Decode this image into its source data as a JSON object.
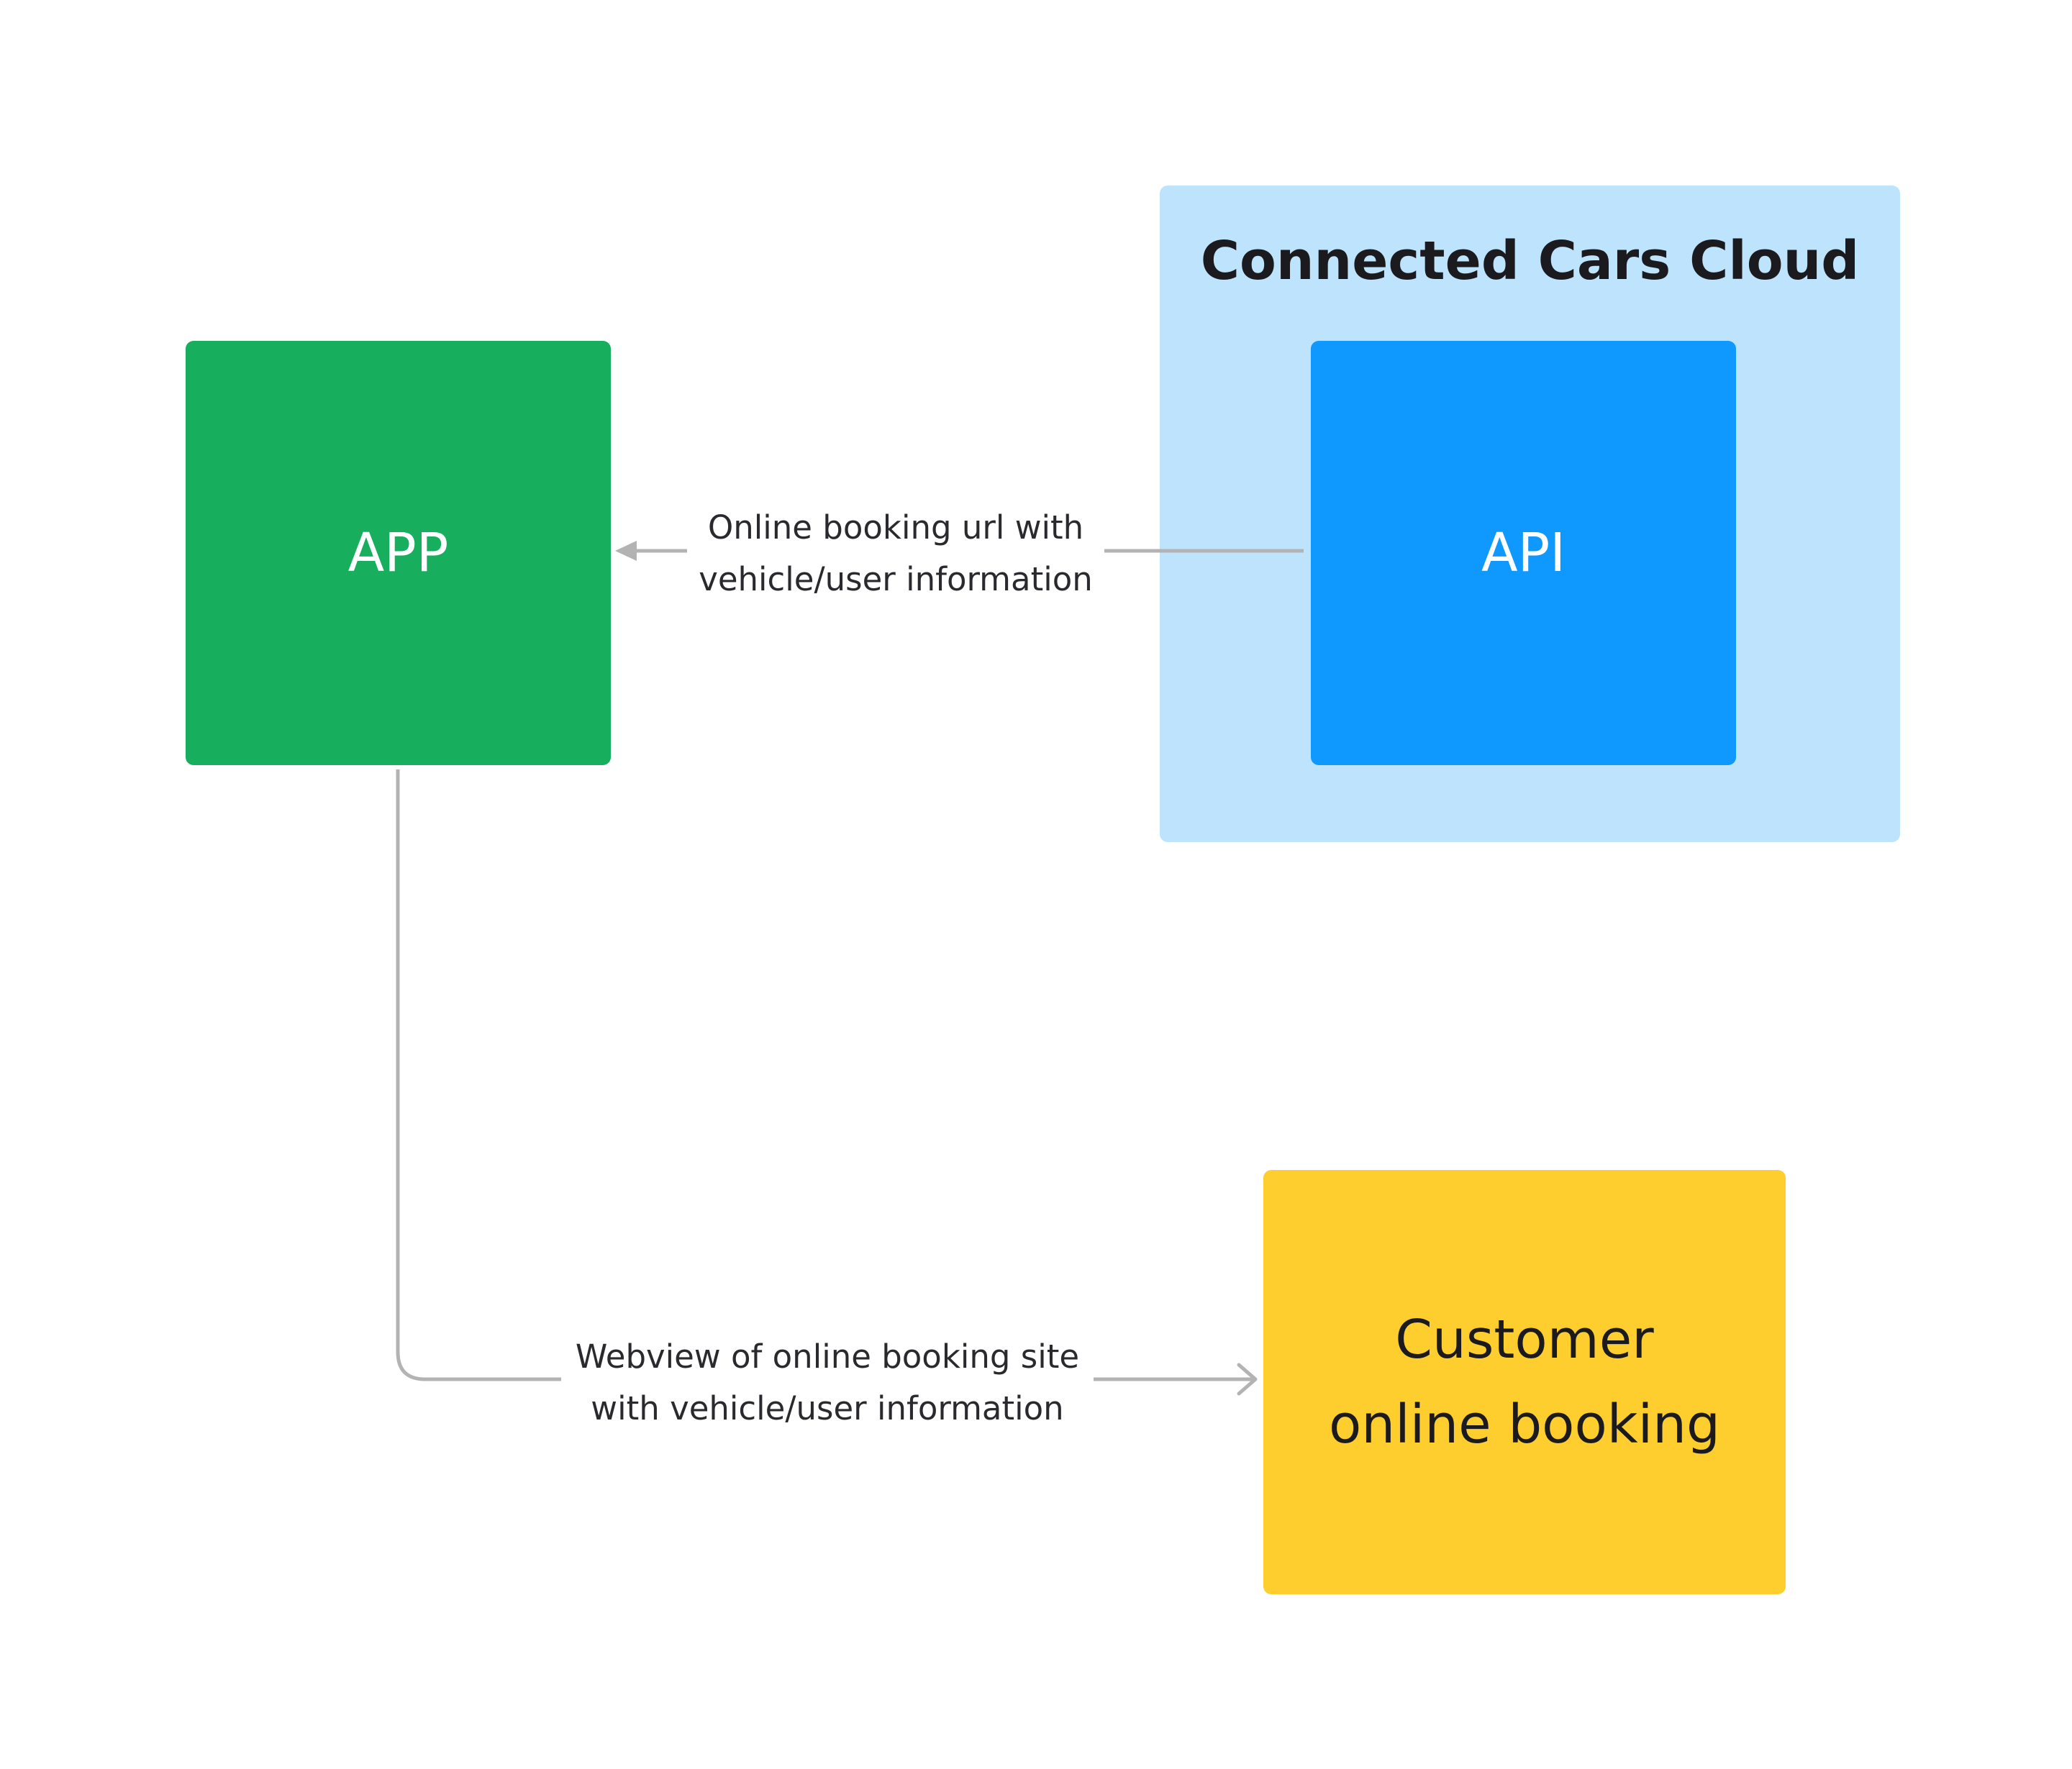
{
  "diagram": {
    "colors": {
      "app": "#17ae5e",
      "api": "#0f98fe",
      "cloud_group": "#bee3fd",
      "booking": "#fdce2d",
      "connector": "#b3b3b3",
      "text_dark": "#1b1b1f",
      "text_light": "#ffffff"
    },
    "group": {
      "title": "Connected Cars Cloud"
    },
    "nodes": {
      "app": {
        "label": "APP"
      },
      "api": {
        "label": "API"
      },
      "booking": {
        "label": "Customer\nonline booking"
      }
    },
    "edges": {
      "api_to_app": {
        "label": "Online booking url with\nvehicle/user information",
        "direction": "api-to-app"
      },
      "app_to_booking": {
        "label": "Webview of online booking site\nwith vehicle/user information",
        "direction": "app-to-booking"
      }
    }
  }
}
